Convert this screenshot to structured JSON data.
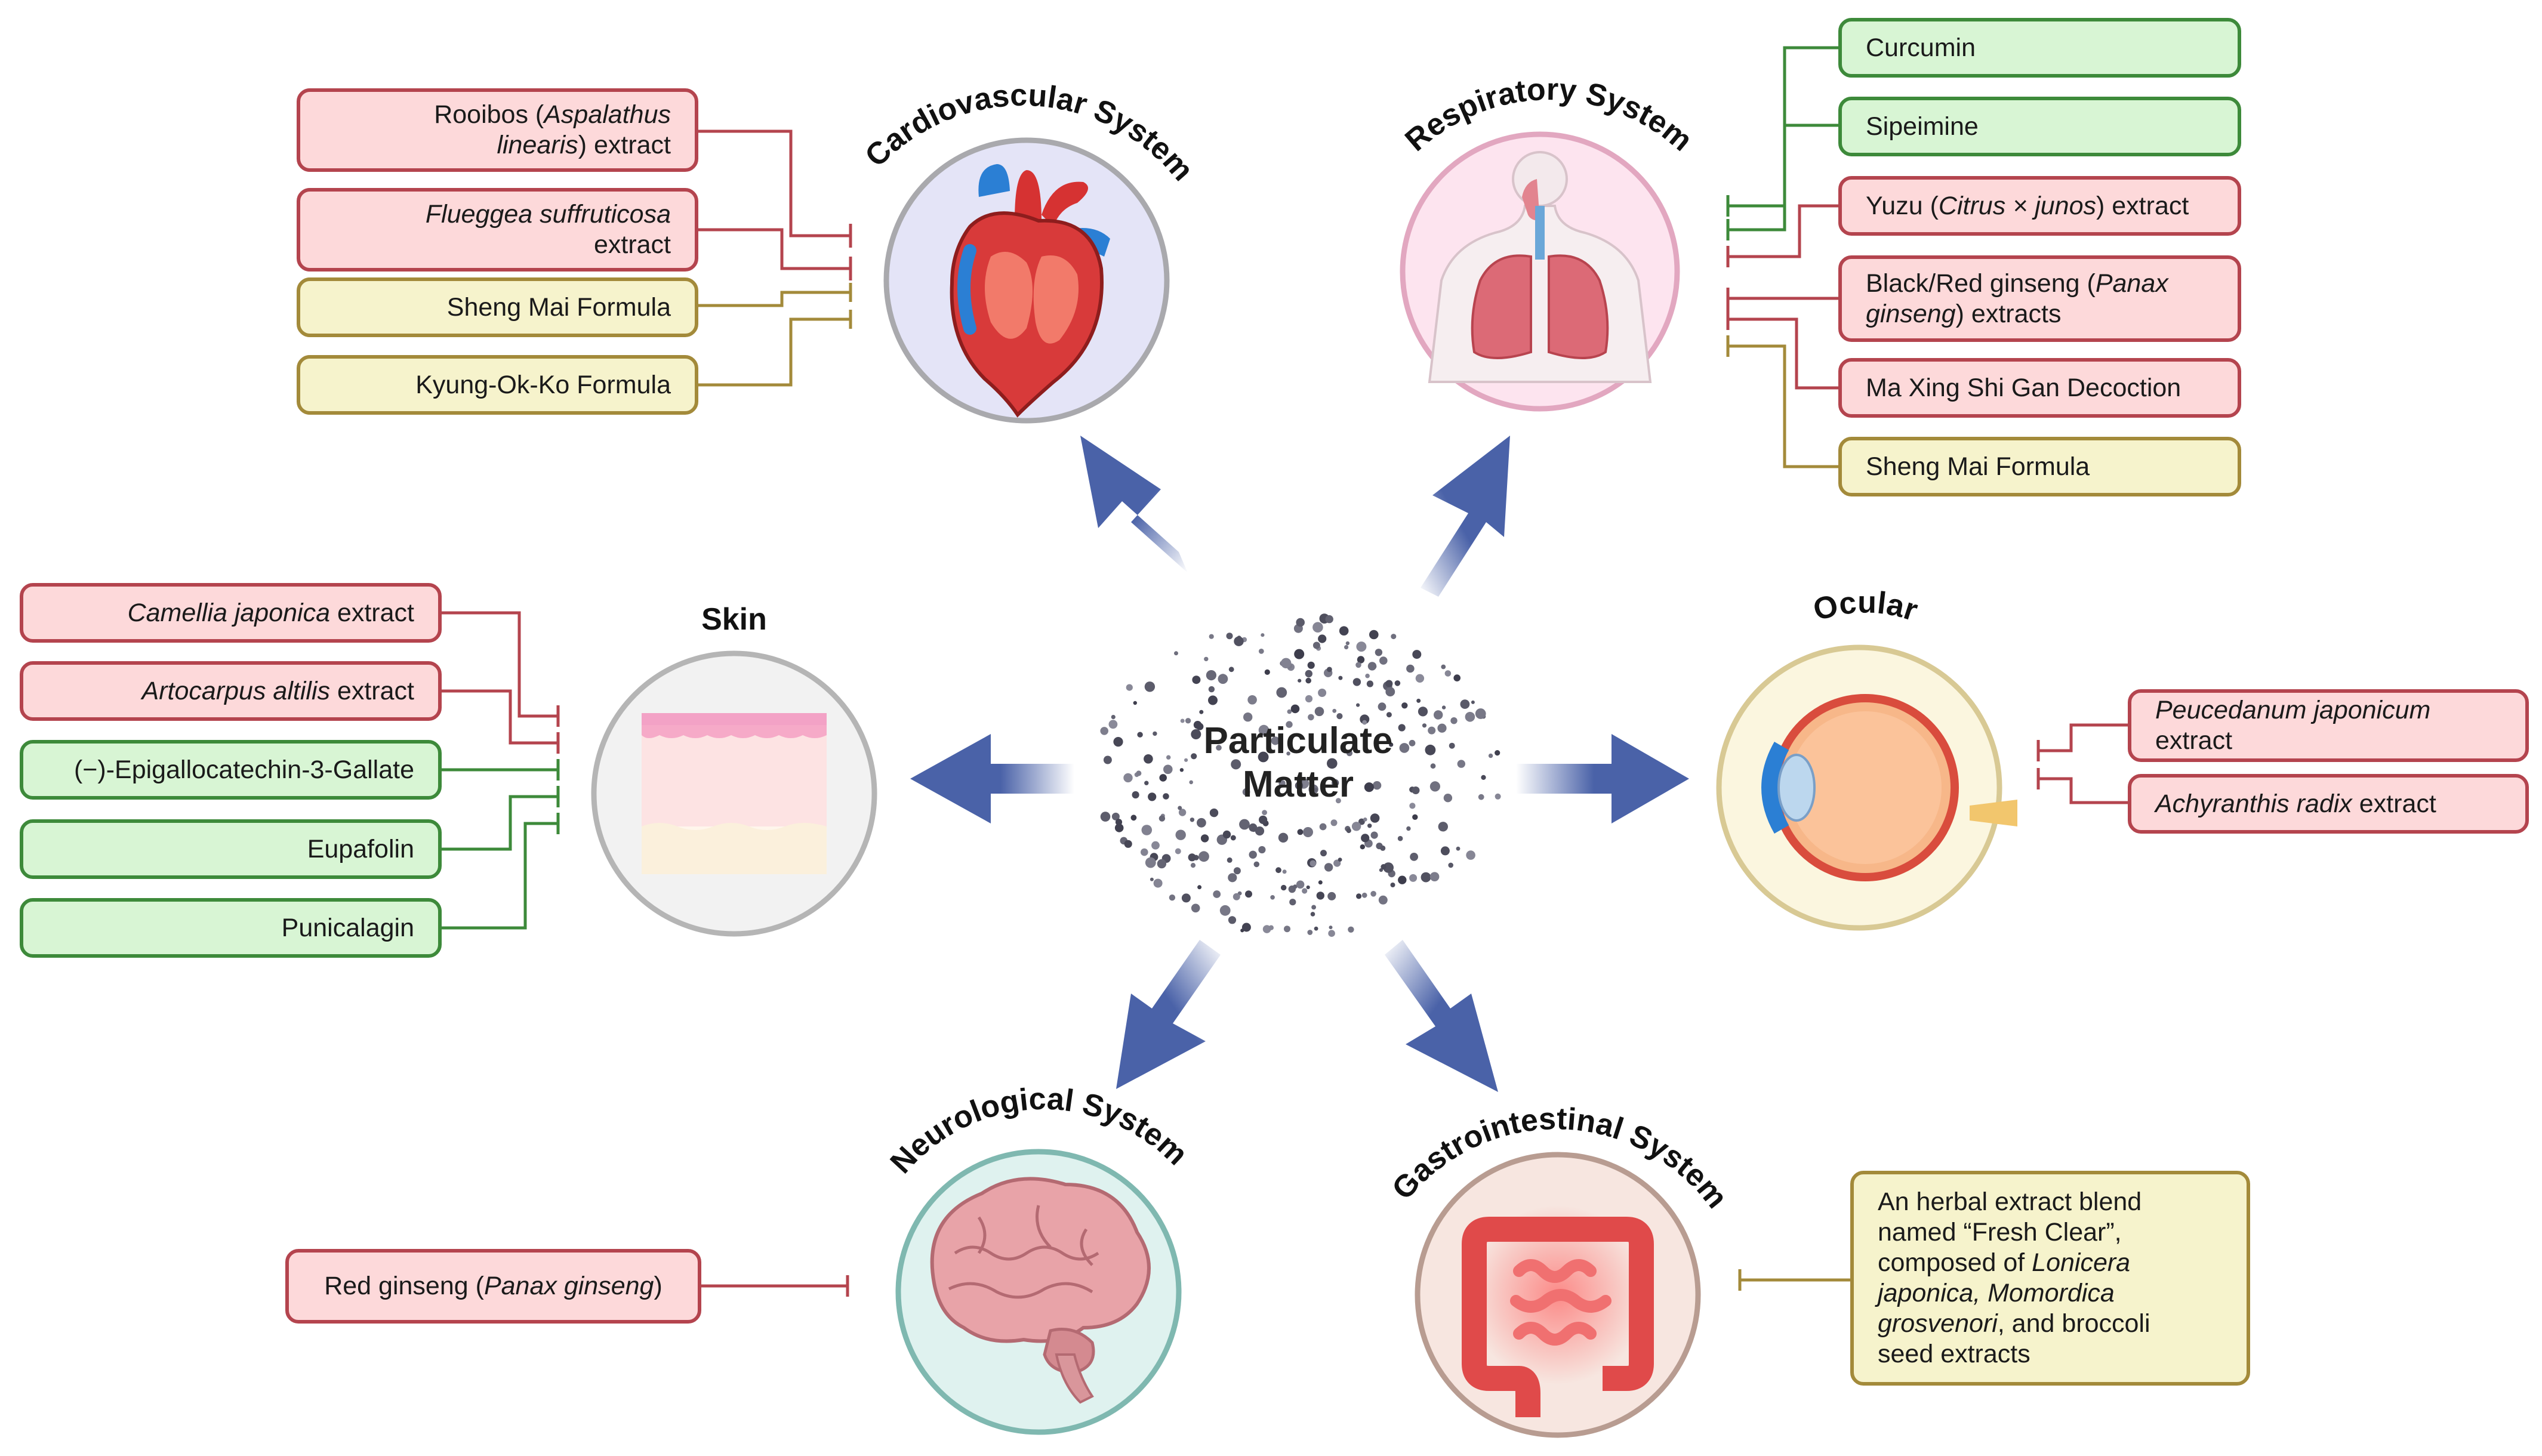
{
  "center": {
    "line1": "Particulate",
    "line2": "Matter"
  },
  "systems": {
    "cardiovascular": "Cardiovascular System",
    "respiratory": "Respiratory System",
    "skin": "Skin",
    "ocular": "Ocular",
    "neurological": "Neurological System",
    "gastrointestinal": "Gastrointestinal System"
  },
  "cardiovascular_items": [
    {
      "pre": "Rooibos (",
      "italic": "Aspalathus",
      "line2_italic": "linearis",
      "line2_post": ") extract"
    },
    {
      "italic": "Flueggea suffruticosa",
      "line2_post": "extract"
    },
    {
      "text": "Sheng Mai Formula"
    },
    {
      "text": "Kyung-Ok-Ko Formula"
    }
  ],
  "respiratory_items": [
    {
      "text": "Curcumin"
    },
    {
      "text": "Sipeimine"
    },
    {
      "pre": "Yuzu (",
      "italic": "Citrus × junos",
      "post": ") extract"
    },
    {
      "pre": "Black/Red ginseng (",
      "italic": "Panax",
      "line2_italic": "ginseng",
      "line2_post": ") extracts"
    },
    {
      "text": "Ma Xing Shi Gan Decoction"
    },
    {
      "text": "Sheng Mai Formula"
    }
  ],
  "skin_items": [
    {
      "italic": "Camellia japonica",
      "post": " extract"
    },
    {
      "italic": "Artocarpus altilis",
      "post": " extract"
    },
    {
      "text": "(−)-Epigallocatechin-3-Gallate"
    },
    {
      "text": "Eupafolin"
    },
    {
      "text": "Punicalagin"
    }
  ],
  "ocular_items": [
    {
      "italic": "Peucedanum japonicum",
      "line2_post": "extract"
    },
    {
      "italic": "Achyranthis radix",
      "post": " extract"
    }
  ],
  "neuro_items": [
    {
      "pre": "Red ginseng (",
      "italic": "Panax ginseng",
      "post": ")"
    }
  ],
  "gi_items": {
    "l1": "An herbal extract blend",
    "l2": "named “Fresh Clear”,",
    "l3_pre": "composed of ",
    "l3_it": "Lonicera",
    "l4_it": "japonica, Momordica",
    "l5_it": "grosvenori",
    "l5_post": ", and broccoli",
    "l6": "seed extracts"
  },
  "colors": {
    "harmful": "#b4444e",
    "harmful_fill": "#fdd9da",
    "compound": "#3d8a3a",
    "compound_fill": "#d8f5d4",
    "formula": "#a38a3a",
    "formula_fill": "#f6f3cc",
    "arrow": "#4a62a8"
  },
  "icons": [
    "heart-icon",
    "lungs-icon",
    "skin-layers-icon",
    "eye-icon",
    "brain-icon",
    "intestine-icon"
  ]
}
